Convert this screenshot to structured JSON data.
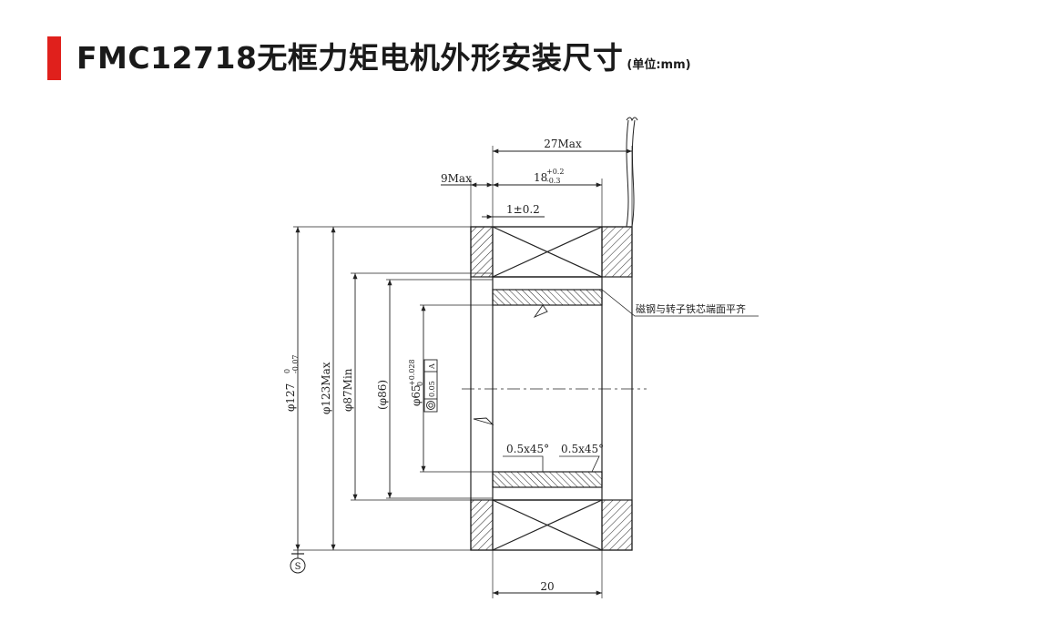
{
  "header": {
    "title": "FMC12718无框力矩电机外形安装尺寸",
    "unit": "(单位:mm)",
    "accent_color": "#e0201c"
  },
  "drawing": {
    "dims": {
      "total_length": "27Max",
      "rotor_length_base": "18",
      "rotor_length_tol_upper": "+0.2",
      "rotor_length_tol_lower": "-0.3",
      "offset_left": "9Max",
      "offset_small": "1±0.2",
      "bottom_width": "20",
      "dia_outer": "φ127",
      "dia_outer_tol_upper": "0",
      "dia_outer_tol_lower": "-0.07",
      "dia_123": "φ123Max",
      "dia_87": "φ87Min",
      "dia_86": "(φ86)",
      "dia_65": "φ65",
      "dia_65_tol_upper": "+0.028",
      "dia_65_tol_lower": "0",
      "concentricity_value": "0.05",
      "datum_ref": "A",
      "chamfer_left": "0.5x45°",
      "chamfer_right": "0.5x45°",
      "datum_symbol": "S"
    },
    "note": "磁钢与转子铁芯端面平齐",
    "icons": {
      "concentricity": "concentricity-icon",
      "diameter": "diameter-icon",
      "datum": "datum-s-icon"
    }
  }
}
